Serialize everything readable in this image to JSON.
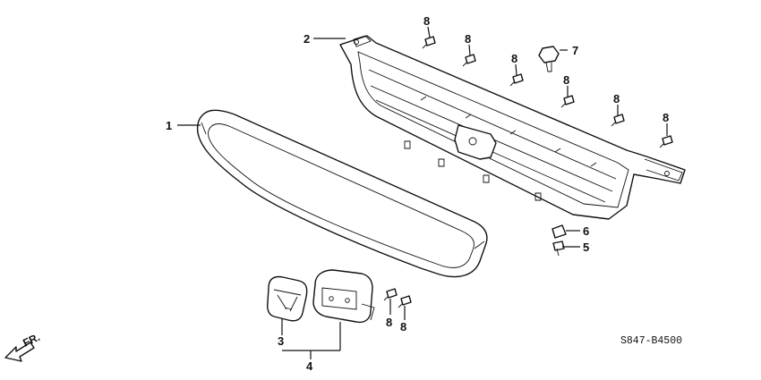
{
  "callouts": {
    "c1": "1",
    "c2": "2",
    "c3": "3",
    "c4": "4",
    "c5": "5",
    "c6": "6",
    "c7": "7",
    "c8a": "8",
    "c8b": "8",
    "c8c": "8",
    "c8d": "8",
    "c8e": "8",
    "c8f": "8",
    "c8g": "8",
    "c8h": "8"
  },
  "direction_label": "FR.",
  "diagram_code": "S847-B4500"
}
